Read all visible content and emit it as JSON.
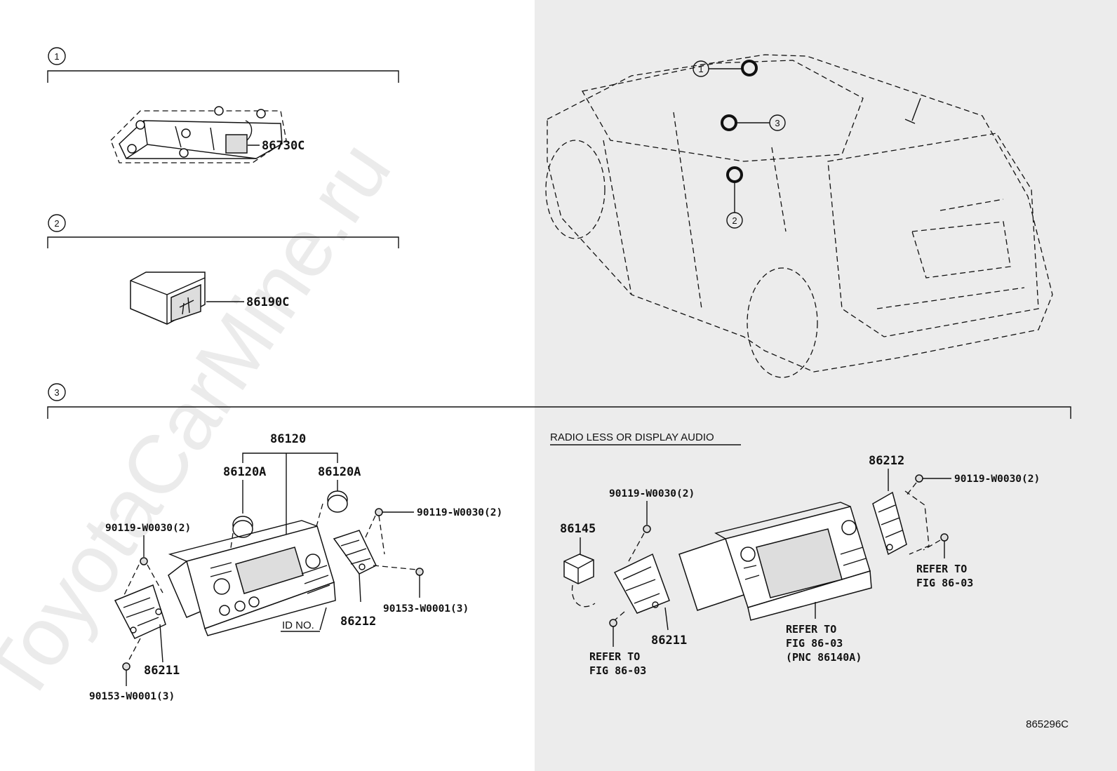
{
  "watermark": "ToyotaCarMine.ru",
  "diagram_code": "865296C",
  "sections": [
    {
      "id": "1",
      "marker": "1"
    },
    {
      "id": "2",
      "marker": "2"
    },
    {
      "id": "3",
      "marker": "3"
    }
  ],
  "locator_markers": [
    "1",
    "2",
    "3"
  ],
  "variant_label": "RADIO LESS OR DISPLAY AUDIO",
  "labels": {
    "p86730C": "86730C",
    "p86190C": "86190C",
    "p86120": "86120",
    "p86120A_left": "86120A",
    "p86120A_right": "86120A",
    "screw_left_top": "90119-W0030(2)",
    "screw_center_top": "90119-W0030(2)",
    "bolt_center": "90153-W0001(3)",
    "bolt_left_bottom": "90153-W0001(3)",
    "p86212_left": "86212",
    "p86211_left": "86211",
    "id_no": "ID NO.",
    "p86145": "86145",
    "screw_r_left": "90119-W0030(2)",
    "p86211_right": "86211",
    "p86212_right": "86212",
    "screw_r_right": "90119-W0030(2)",
    "refer_a_1": "REFER TO",
    "refer_a_2": "FIG 86-03",
    "refer_b_1": "REFER TO",
    "refer_b_2": "FIG 86-03",
    "refer_b_3": "(PNC 86140A)",
    "refer_c_1": "REFER TO",
    "refer_c_2": "FIG 86-03"
  }
}
